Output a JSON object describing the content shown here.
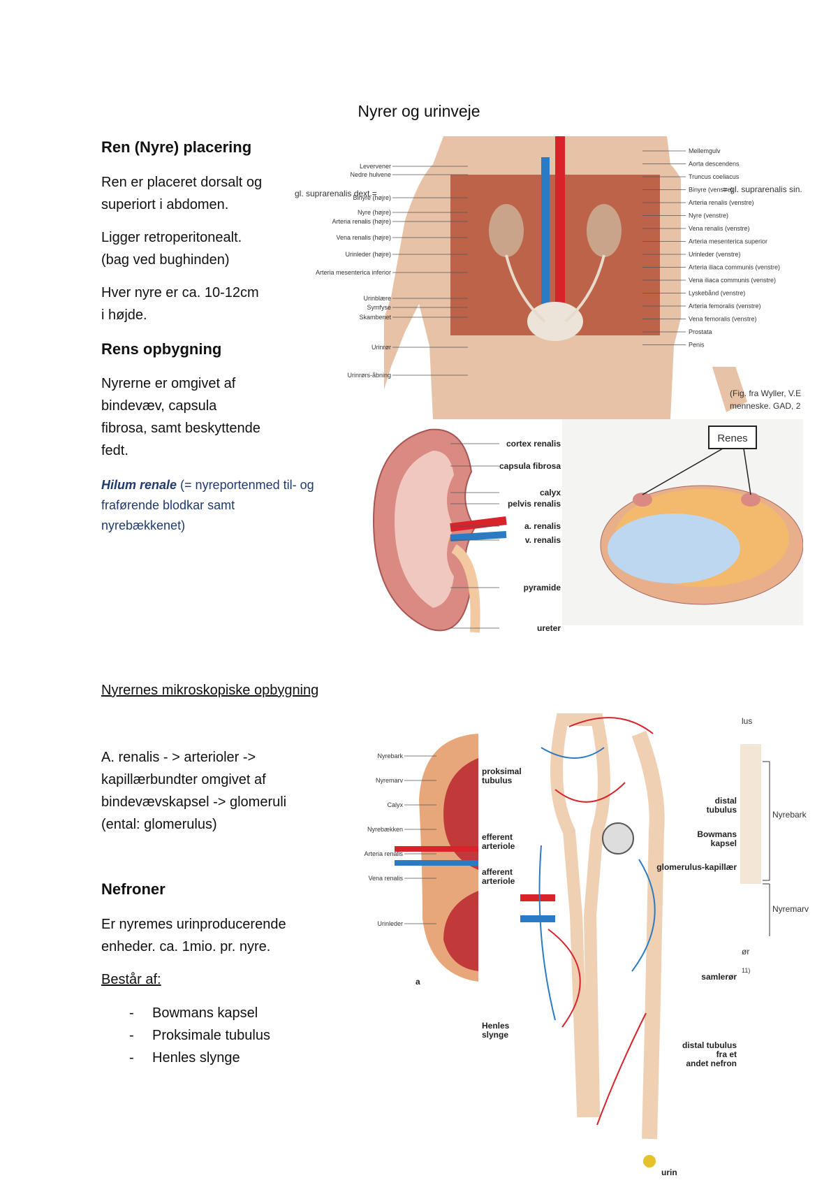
{
  "title": "Nyrer og urinveje",
  "section1": {
    "heading": "Ren (Nyre) placering",
    "p1": [
      "Ren er placeret dorsalt og",
      "superiort i abdomen."
    ],
    "p2": [
      "Ligger retroperitonealt.",
      "(bag ved bughinden)"
    ],
    "p3": [
      "Hver nyre er ca. 10-12cm",
      "i højde."
    ]
  },
  "section2": {
    "heading": "Rens opbygning",
    "p1": [
      "Nyrerne er omgivet af",
      "bindevæv, capsula",
      "fibrosa, samt beskyttende",
      "fedt."
    ],
    "hilum_term": "Hilum renale",
    "hilum_rest": " (= nyreportenmed til- og",
    "hilum_l2": "fraførende blodkar samt",
    "hilum_l3": "nyrebækkenet)"
  },
  "section3": {
    "heading": "Nyrernes mikroskopiske opbygning",
    "p1": [
      "A. renalis - > arterioler ->",
      "kapillærbundter omgivet af",
      "bindevævskapsel -> glomeruli",
      "(ental: glomerulus)"
    ]
  },
  "section4": {
    "heading": "Nefroner",
    "p1": [
      "Er nyremes urinproducerende",
      "enheder. ca. 1mio. pr. nyre."
    ],
    "består": "Består af:",
    "items": [
      "Bowmans kapsel",
      "Proksimale tubulus",
      "Henles slynge"
    ]
  },
  "fig_body": {
    "left_labels": [
      "Levervener",
      "Nedre hulvene",
      "Binyre (højre)",
      "Nyre (højre)",
      "Arteria renalis (højre)",
      "Vena renalis (højre)",
      "Urinleder (højre)",
      "Arteria mesenterica inferior",
      "Urinblære",
      "Symfyse",
      "Skambenet",
      "Urinrør",
      "Urinrørs-åbning"
    ],
    "right_labels": [
      "Mellemgulv",
      "Aorta descendens",
      "Truncus coeliacus",
      "Binyre (venstre)",
      "Arteria renalis (venstre)",
      "Nyre (venstre)",
      "Vena renalis (venstre)",
      "Arteria mesenterica superior",
      "Urinleder (venstre)",
      "Arteria iliaca communis (venstre)",
      "Vena iliaca communis (venstre)",
      "Lyskebånd (venstre)",
      "Arteria femoralis (venstre)",
      "Vena femoralis (venstre)",
      "Prostata",
      "Penis"
    ],
    "note_left": "gl. suprarenalis dext.=",
    "note_right": "= gl. suprarenalis sin.",
    "credit1": "(Fig. fra Wyller, V.E",
    "credit2": "menneske. GAD, 2"
  },
  "fig_kidney": {
    "labels": [
      "cortex renalis",
      "capsula fibrosa",
      "calyx",
      "pelvis renalis",
      "a. renalis",
      "v. renalis",
      "pyramide",
      "ureter"
    ]
  },
  "fig_cross": {
    "label": "Renes"
  },
  "fig_kidney2": {
    "labels": [
      "Nyrebark",
      "Nyremarv",
      "Calyx",
      "Nyrebækken",
      "Arteria renalis",
      "Vena renalis",
      "Urinleder"
    ],
    "letter": "a"
  },
  "fig_nephron": {
    "labels": [
      "proksimal tubulus",
      "efferent arteriole",
      "afferent arteriole",
      "distal tubulus",
      "Bowmans kapsel",
      "glomerulus-kapillær",
      "samlerør",
      "Henles slynge",
      "distal tubulus fra et andet nefron",
      "urin"
    ]
  },
  "fig_right": {
    "labels": [
      "lus",
      "Nyrebark",
      "Nyremarv",
      "ør",
      "11)"
    ]
  },
  "colors": {
    "artery": "#d8232a",
    "vein": "#2a7bc4",
    "tubule": "#f3dcc6",
    "muscle": "#b5523a"
  }
}
